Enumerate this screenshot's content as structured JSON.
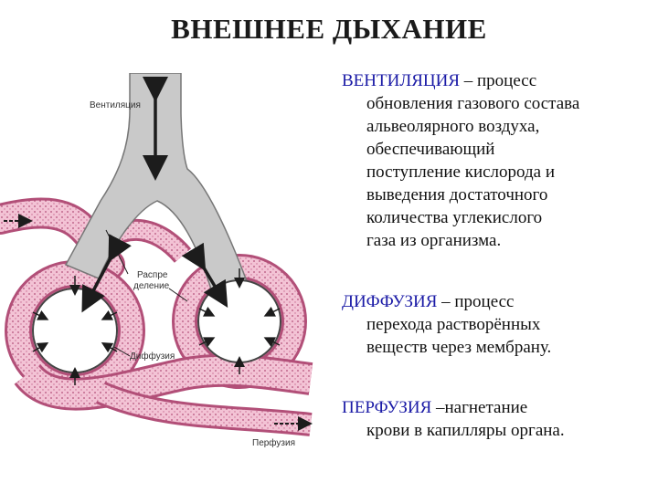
{
  "title": "ВНЕШНЕЕ ДЫХАНИЕ",
  "diagram": {
    "labels": {
      "ventilation": "Вентиляция",
      "distribution_1": "Распре",
      "distribution_2": "деление",
      "diffusion": "Диффузия",
      "perfusion": "Перфузия"
    },
    "colors": {
      "airway": "#c9c9c9",
      "vessel": "#b24f78",
      "vessel_light": "#f1c6d6",
      "arrow": "#1c1c1c"
    }
  },
  "sections": {
    "ventilation": {
      "term": "ВЕНТИЛЯЦИЯ",
      "first_rest": " – процесс",
      "lines": [
        "обновления газового состава",
        "альвеолярного воздуха,",
        "обеспечивающий",
        "поступление кислорода и",
        "выведения достаточного",
        "количества углекислого",
        "газа из организма."
      ]
    },
    "diffusion": {
      "term": "ДИФФУЗИЯ",
      "first_rest": " – процесс",
      "lines": [
        "перехода растворённых",
        "веществ через мембрану."
      ]
    },
    "perfusion": {
      "term": "ПЕРФУЗИЯ",
      "first_rest": " –нагнетание",
      "lines": [
        "крови в капилляры органа."
      ]
    }
  }
}
